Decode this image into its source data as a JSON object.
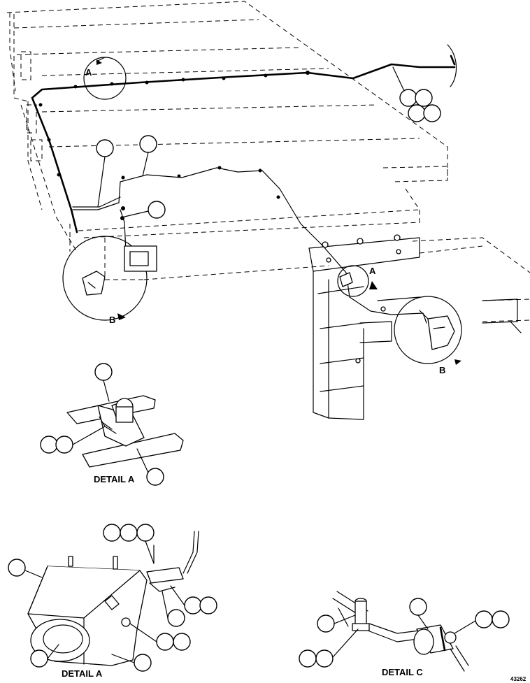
{
  "labels": {
    "view_a": "A",
    "view_b": "B",
    "main_view_a": "A",
    "main_view_b": "B"
  },
  "captions": {
    "detail_a_top": "DETAIL A",
    "detail_a_bottom": "DETAIL A",
    "detail_c": "DETAIL C"
  },
  "figure_number": "43262"
}
